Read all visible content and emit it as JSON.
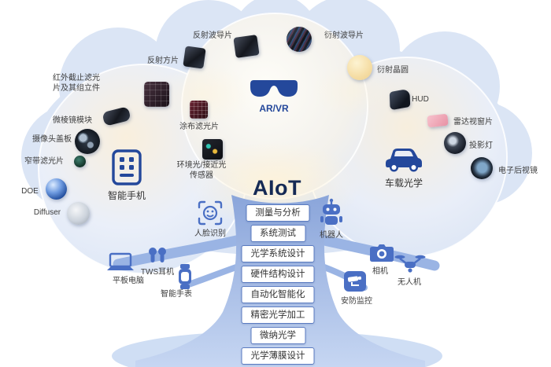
{
  "title": "AIoT",
  "nodes": {
    "arvr_label": "AR/VR",
    "smartphone_label": "智能手机",
    "automotive_label": "车载光学"
  },
  "satellites": {
    "reflective_square": "反射方片",
    "reflective_waveguide": "反射波导片",
    "diffractive_waveguide": "衍射波导片",
    "diffractive_wafer": "衍射晶圆",
    "ir_cut_filter_line1": "红外截止滤光",
    "ir_cut_filter_line2": "片及其组立件",
    "coated_filter": "涂布滤光片",
    "microprism_module": "微棱镜模块",
    "camera_cover": "摄像头盖板",
    "narrowband_filter": "窄带滤光片",
    "doe": "DOE",
    "diffuser": "Diffuser",
    "ambient_sensor_line1": "环境光/接近光",
    "ambient_sensor_line2": "传感器",
    "hud": "HUD",
    "radar_window": "雷达视窗片",
    "projector_lamp": "投影灯",
    "electronic_mirror": "电子后视镜"
  },
  "trunk": {
    "items": [
      "测量与分析",
      "系统测试",
      "光学系统设计",
      "硬件结构设计",
      "自动化智能化",
      "精密光学加工",
      "微纳光学",
      "光学薄膜设计"
    ]
  },
  "devices": {
    "face_recognition": "人脸识别",
    "robot": "机器人",
    "tablet": "平板电脑",
    "tws_earbuds": "TWS耳机",
    "smartwatch": "智能手表",
    "camera": "相机",
    "drone": "无人机",
    "security_monitor": "安防监控"
  },
  "colors": {
    "primary_blue": "#24489b",
    "device_blue": "#4a6fc4",
    "canopy_blue": "#dbe5f5",
    "trunk_top": "#8aa5da",
    "trunk_bottom": "#c6d6f2",
    "cream_glow": "#fff3d8",
    "box_border": "#5b7bc0"
  }
}
